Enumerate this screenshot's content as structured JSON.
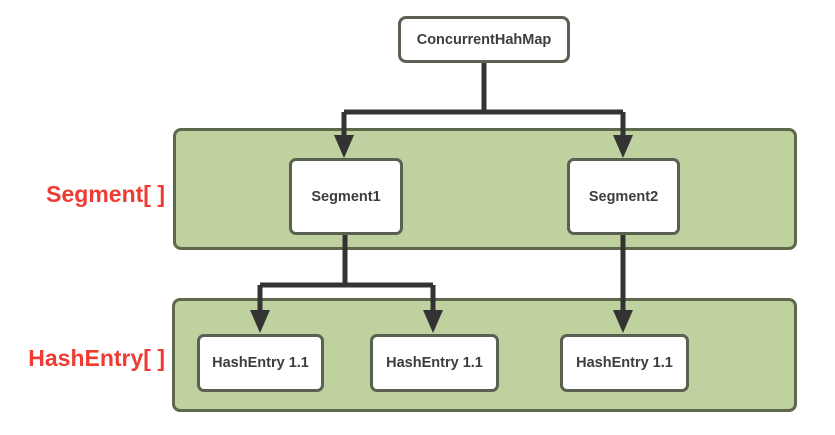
{
  "diagram": {
    "root": {
      "label": "ConcurrentHahMap"
    },
    "bands": [
      {
        "label": "Segment[ ]",
        "nodes": [
          {
            "label": "Segment1"
          },
          {
            "label": "Segment2"
          }
        ]
      },
      {
        "label": "HashEntry[ ]",
        "nodes": [
          {
            "label": "HashEntry 1.1"
          },
          {
            "label": "HashEntry 1.1"
          },
          {
            "label": "HashEntry 1.1"
          }
        ]
      }
    ]
  },
  "colors": {
    "band_fill": "#bfd19e",
    "band_border": "#5e684a",
    "box_border": "#5b6150",
    "box_fill": "#ffffff",
    "arrow": "#333333",
    "label_red": "#ee3b33",
    "text_dark": "#3d3d3d",
    "page_bg": "#ffffff"
  }
}
